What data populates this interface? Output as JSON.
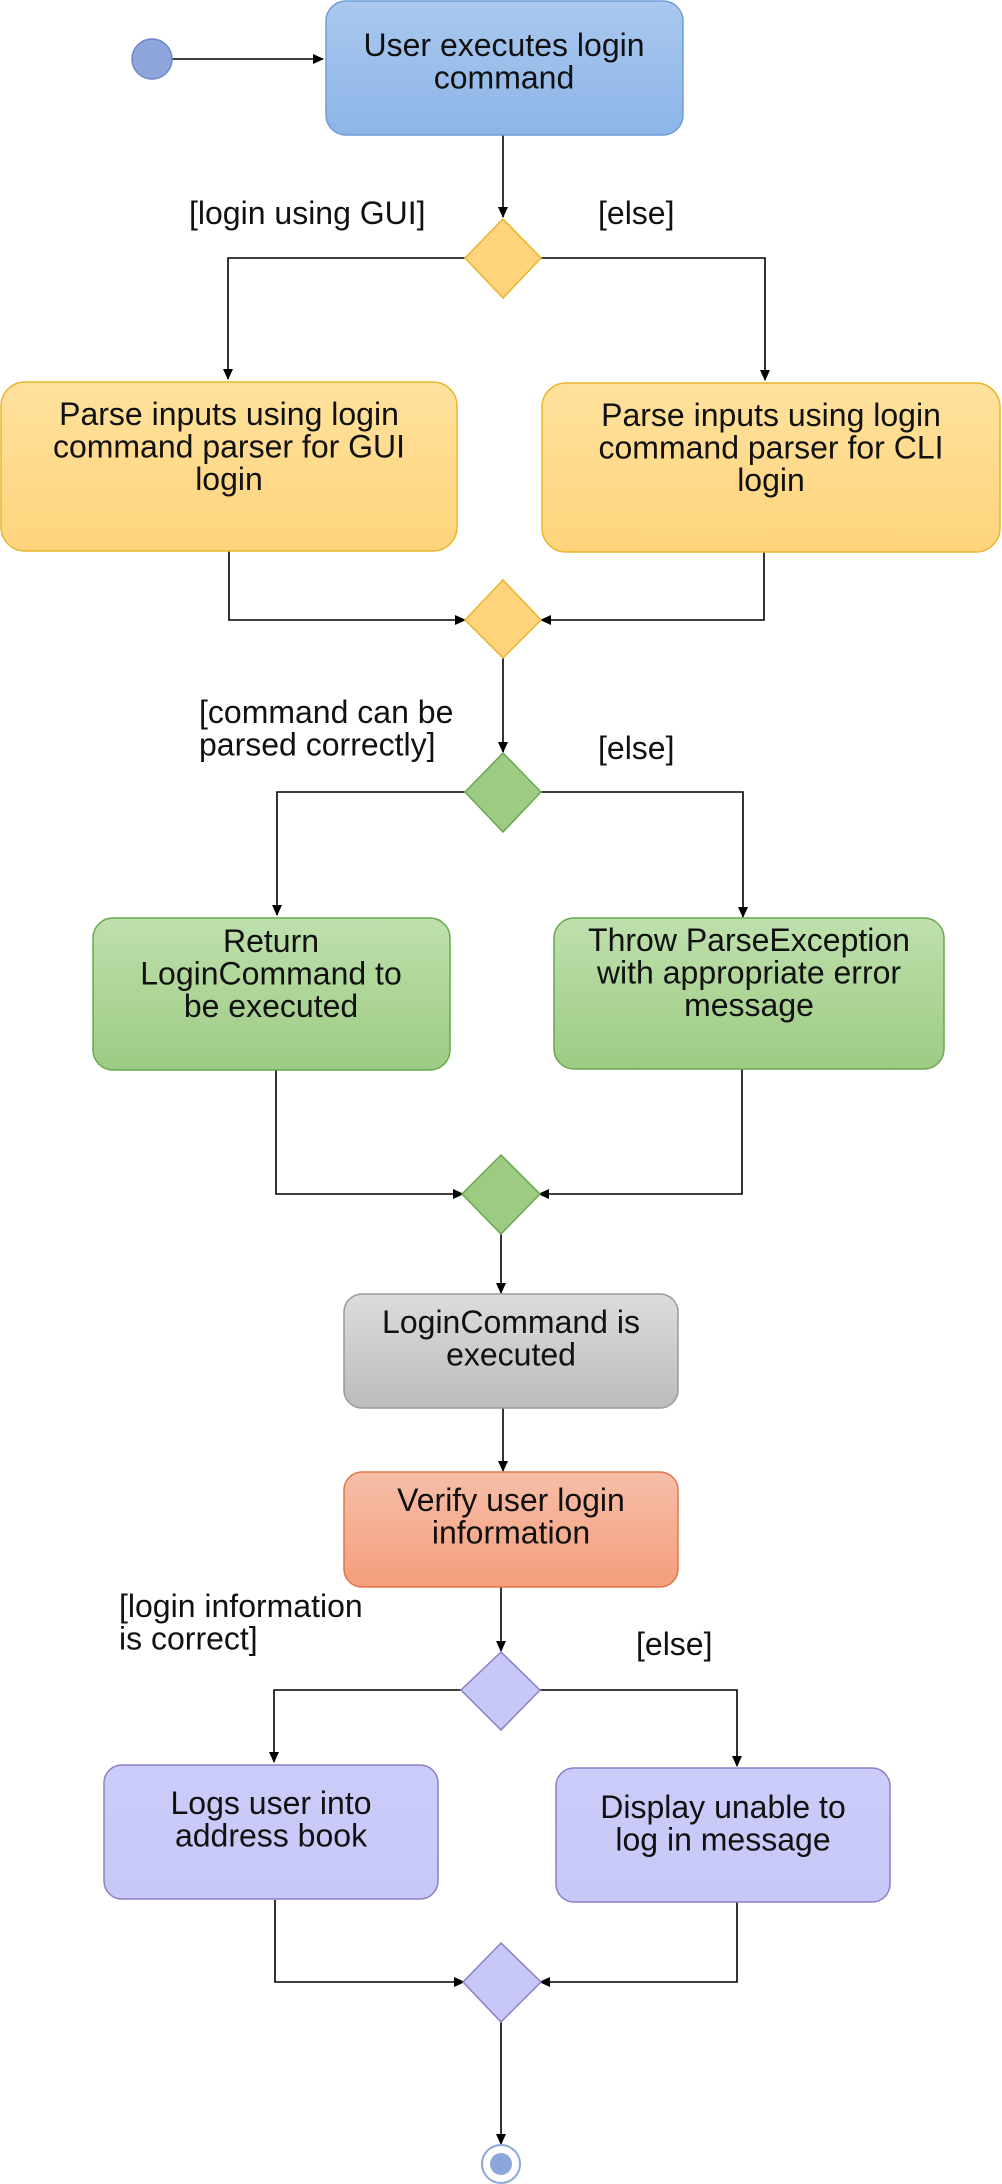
{
  "diagram": {
    "nodes": {
      "user_executes": {
        "lines": [
          "User executes login",
          "command"
        ]
      },
      "parse_gui": {
        "lines": [
          "Parse inputs using login",
          "command parser for GUI",
          "login"
        ]
      },
      "parse_cli": {
        "lines": [
          "Parse inputs using login",
          "command parser for CLI",
          "login"
        ]
      },
      "return_login": {
        "lines": [
          "Return",
          "LoginCommand to",
          "be executed"
        ]
      },
      "throw_parse": {
        "lines": [
          "Throw ParseException",
          "with appropriate error",
          "message"
        ]
      },
      "login_executed": {
        "lines": [
          "LoginCommand is",
          "executed"
        ]
      },
      "verify": {
        "lines": [
          "Verify user login",
          "information"
        ]
      },
      "logs_user": {
        "lines": [
          "Logs user into",
          "address book"
        ]
      },
      "display_unable": {
        "lines": [
          "Display unable to",
          "log in message"
        ]
      }
    },
    "guards": {
      "login_gui": {
        "lines": [
          "[login using GUI]"
        ]
      },
      "else_1": {
        "lines": [
          "[else]"
        ]
      },
      "parsed_correctly": {
        "lines": [
          "[command can be",
          "parsed correctly]"
        ]
      },
      "else_2": {
        "lines": [
          "[else]"
        ]
      },
      "info_correct": {
        "lines": [
          "[login information",
          "is correct]"
        ]
      },
      "else_3": {
        "lines": [
          "[else]"
        ]
      }
    },
    "colors": {
      "blue": {
        "top": "#a9c8ee",
        "bottom": "#8db5e8",
        "stroke": "#6e9ed6"
      },
      "yellow": {
        "top": "#ffe19d",
        "bottom": "#ffd47c",
        "stroke": "#e8b52c"
      },
      "green": {
        "top": "#bfe0ad",
        "bottom": "#9dcb83",
        "stroke": "#6aa84f"
      },
      "gray": {
        "top": "#dcdcdc",
        "bottom": "#bcbcbc",
        "stroke": "#9a9a9a"
      },
      "orange": {
        "top": "#f7bea8",
        "bottom": "#f49e7c",
        "stroke": "#e0764d"
      },
      "purple": {
        "top": "#ccccfa",
        "bottom": "#c8c8f8",
        "stroke": "#8a7fc8"
      },
      "initial": "#8fa6dc",
      "initial_stroke": "#6c86c8",
      "final_fill": "#8fa6dc",
      "final_ring": "#8fa6dc"
    }
  }
}
